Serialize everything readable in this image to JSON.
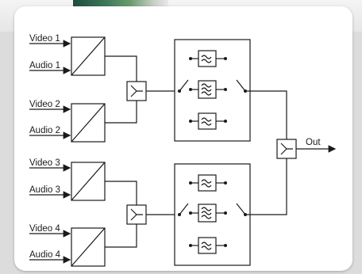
{
  "inputs": [
    {
      "video": "Video 1",
      "audio": "Audio 1"
    },
    {
      "video": "Video 2",
      "audio": "Audio 2"
    },
    {
      "video": "Video 3",
      "audio": "Audio 3"
    },
    {
      "video": "Video 4",
      "audio": "Audio 4"
    }
  ],
  "output_label": "Out",
  "icons": {
    "converter": "diagonal-converter-icon",
    "combiner": "y-combiner-icon",
    "filter": "bandpass-filter-icon",
    "switch": "switch-icon",
    "arrow": "arrow-right-icon"
  },
  "colors": {
    "line": "#1a1a1a",
    "panel": "#ffffff",
    "background": "#dcdcdc"
  }
}
